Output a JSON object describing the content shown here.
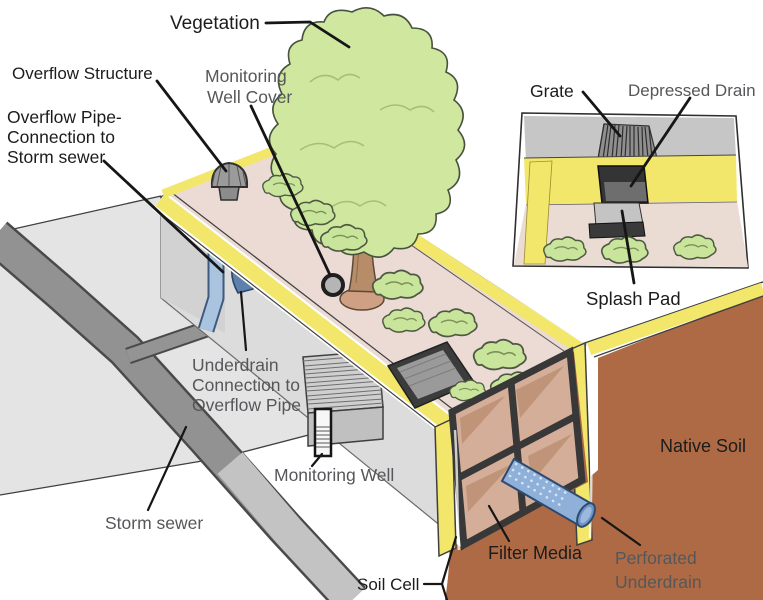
{
  "figure": {
    "type": "diagram",
    "subject": "Soil cell bioretention tree planter cutaway with storm sewer connection and depressed-drain inset detail"
  },
  "labels": {
    "vegetation": "Vegetation",
    "overflow_structure": "Overflow Structure",
    "monitoring_well_cover": [
      "Monitoring",
      "Well Cover"
    ],
    "overflow_pipe_connection": [
      "Overflow Pipe-",
      "Connection to",
      "Storm sewer"
    ],
    "underdrain_connection": [
      "Underdrain",
      "Connection to",
      "Overflow Pipe"
    ],
    "monitoring_well": "Monitoring Well",
    "storm_sewer": "Storm sewer",
    "soil_cell": "Soil Cell",
    "filter_media": "Filter Media",
    "perforated_underdrain": [
      "Perforated",
      "Underdrain"
    ],
    "native_soil": "Native Soil",
    "inset": {
      "grate": "Grate",
      "depressed_drain": "Depressed Drain",
      "splash_pad": "Splash Pad"
    }
  },
  "colors": {
    "background": "#ffffff",
    "ground": "#e4e4e4",
    "sewer_pipe": "#929292",
    "sewer_pipe_below_grade": "#c3c3c3",
    "planter_wall": "#dcdcdc",
    "curb_yellow": "#f3e76b",
    "deck_surface": "#ecdbd4",
    "canopy_green": "#cfe79e",
    "shrub_green": "#c9e59b",
    "trunk_brown": "#b78d69",
    "native_soil": "#ad6a45",
    "filter_media": "#d4ae98",
    "frame_dark": "#383838",
    "overflow_pipe_blue": "#aac3de",
    "elbow_blue": "#5d80ad",
    "underdrain_blue": "#8fb0d8",
    "label_dark": "#1c1c1c",
    "label_gray": "#56575a"
  }
}
